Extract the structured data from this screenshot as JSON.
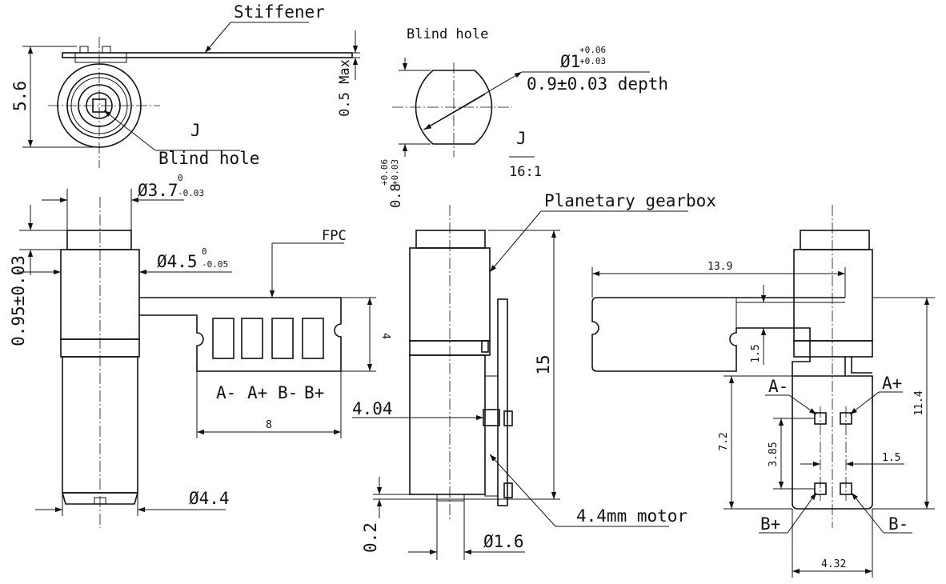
{
  "labels": {
    "stiffener": "Stiffener",
    "blind_hole_top": "Blind hole",
    "blind_hole_callout": "Blind hole",
    "detail_letter_a": "J",
    "detail_letter_b": "J",
    "detail_scale": "16:1",
    "planetary_gearbox": "Planetary gearbox",
    "fpc": "FPC",
    "motor": "4.4mm motor"
  },
  "pins": {
    "front": [
      "A-",
      "A+",
      "B-",
      "B+"
    ],
    "right_a_minus": "A-",
    "right_a_plus": "A+",
    "right_b_plus": "B+",
    "right_b_minus": "B-"
  },
  "dims": {
    "top_height": "5.6",
    "stiffener_thickness": "0.5 Max",
    "hole_dia_base": "Ø1",
    "hole_dia_tol_upper": "+0.06",
    "hole_dia_tol_lower": "+0.03",
    "hole_depth": "0.9±0.03 depth",
    "hole_flat_base": "0.8",
    "hole_flat_tol_upper": "+0.06",
    "hole_flat_tol_lower": "+0.03",
    "shaft_dia_base": "Ø3.7",
    "shaft_dia_tol_upper": "0",
    "shaft_dia_tol_lower": "-0.03",
    "gearbox_dia_base": "Ø4.5",
    "gearbox_dia_tol_upper": "0",
    "gearbox_dia_tol_lower": "-0.05",
    "shaft_length": "0.95±0.03",
    "fpc_height": "4",
    "fpc_width": "8",
    "motor_dia": "Ø4.4",
    "side_offset": "4.04",
    "total_length": "15",
    "plate_thickness": "0.2",
    "tail_dia": "Ø1.6",
    "fpc_span": "13.9",
    "fpc_gap": "1.5",
    "pad_to_bottom": "7.2",
    "pad_pitch_vertical": "3.85",
    "pad_pitch_horizontal": "1.5",
    "overall_height": "11.4",
    "pad_width": "4.32"
  },
  "colors": {
    "line": "#111111",
    "background": "#ffffff"
  }
}
